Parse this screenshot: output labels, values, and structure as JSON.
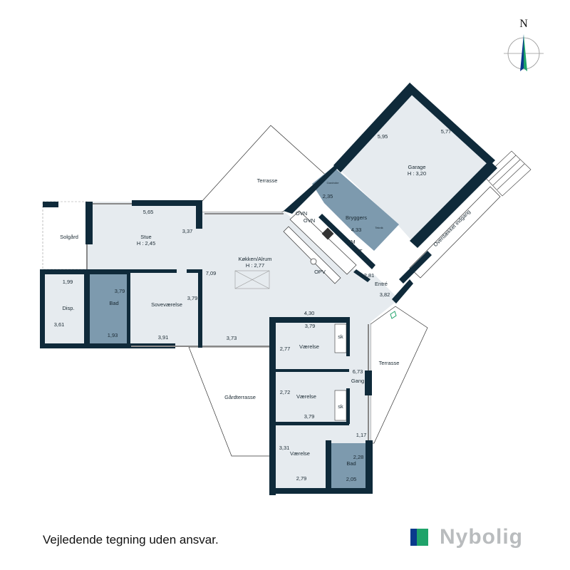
{
  "compass": {
    "north_label": "N"
  },
  "rooms": {
    "solgaard": {
      "name": "Solgård"
    },
    "stue": {
      "name": "Stue",
      "height": "H : 2,45",
      "dims": [
        "5,65",
        "3,37"
      ]
    },
    "disp": {
      "name": "Disp.",
      "dims": [
        "1,99",
        "3,61"
      ]
    },
    "bad1": {
      "name": "Bad",
      "dims": [
        "3,79",
        "1,93"
      ]
    },
    "sovevaerelse": {
      "name": "Soveværelse",
      "dims": [
        "3,79",
        "3,91"
      ]
    },
    "koekken": {
      "name": "Køkken/Alrum",
      "height": "H : 2,77",
      "dims": [
        "7,09",
        "3,73",
        "4,30"
      ]
    },
    "terrasse_top": {
      "name": "Terrasse"
    },
    "bryggers": {
      "name": "Bryggers",
      "dims": [
        "2,35",
        "4,33"
      ],
      "fixtures": [
        "OVN",
        "OVN",
        "VM",
        "TT",
        "OPV",
        "Teknik",
        "Gardrobe"
      ]
    },
    "garage": {
      "name": "Garage",
      "height": "H : 3,20",
      "dims": [
        "5,95",
        "5,77"
      ]
    },
    "overdaekket": {
      "name": "Overdækket indgang"
    },
    "entre": {
      "name": "Entré",
      "dims": [
        "2,81",
        "3,82"
      ]
    },
    "terrasse_right": {
      "name": "Terrasse"
    },
    "vaerelse1": {
      "name": "Værelse",
      "dims": [
        "3,79",
        "2,77"
      ],
      "closet": "sk"
    },
    "gang": {
      "name": "Gang",
      "dims": [
        "6,73",
        "1,17"
      ]
    },
    "vaerelse2": {
      "name": "Værelse",
      "dims": [
        "2,72",
        "3,79"
      ],
      "closet": "sk"
    },
    "vaerelse3": {
      "name": "Værelse",
      "dims": [
        "3,31",
        "2,79"
      ]
    },
    "bad2": {
      "name": "Bad",
      "dims": [
        "2,28",
        "2,05"
      ]
    },
    "gaardterrasse": {
      "name": "Gårdterrasse"
    }
  },
  "colors": {
    "wall": "#0f2a3a",
    "floor": "#e6ebef",
    "wet_room": "#7d9aae",
    "logo_blue": "#0a3a8c",
    "logo_green": "#1fa36a",
    "logo_text": "#b9bcbe"
  },
  "footer": {
    "disclaimer": "Vejledende tegning uden ansvar."
  },
  "brand": {
    "name": "Nybolig"
  }
}
